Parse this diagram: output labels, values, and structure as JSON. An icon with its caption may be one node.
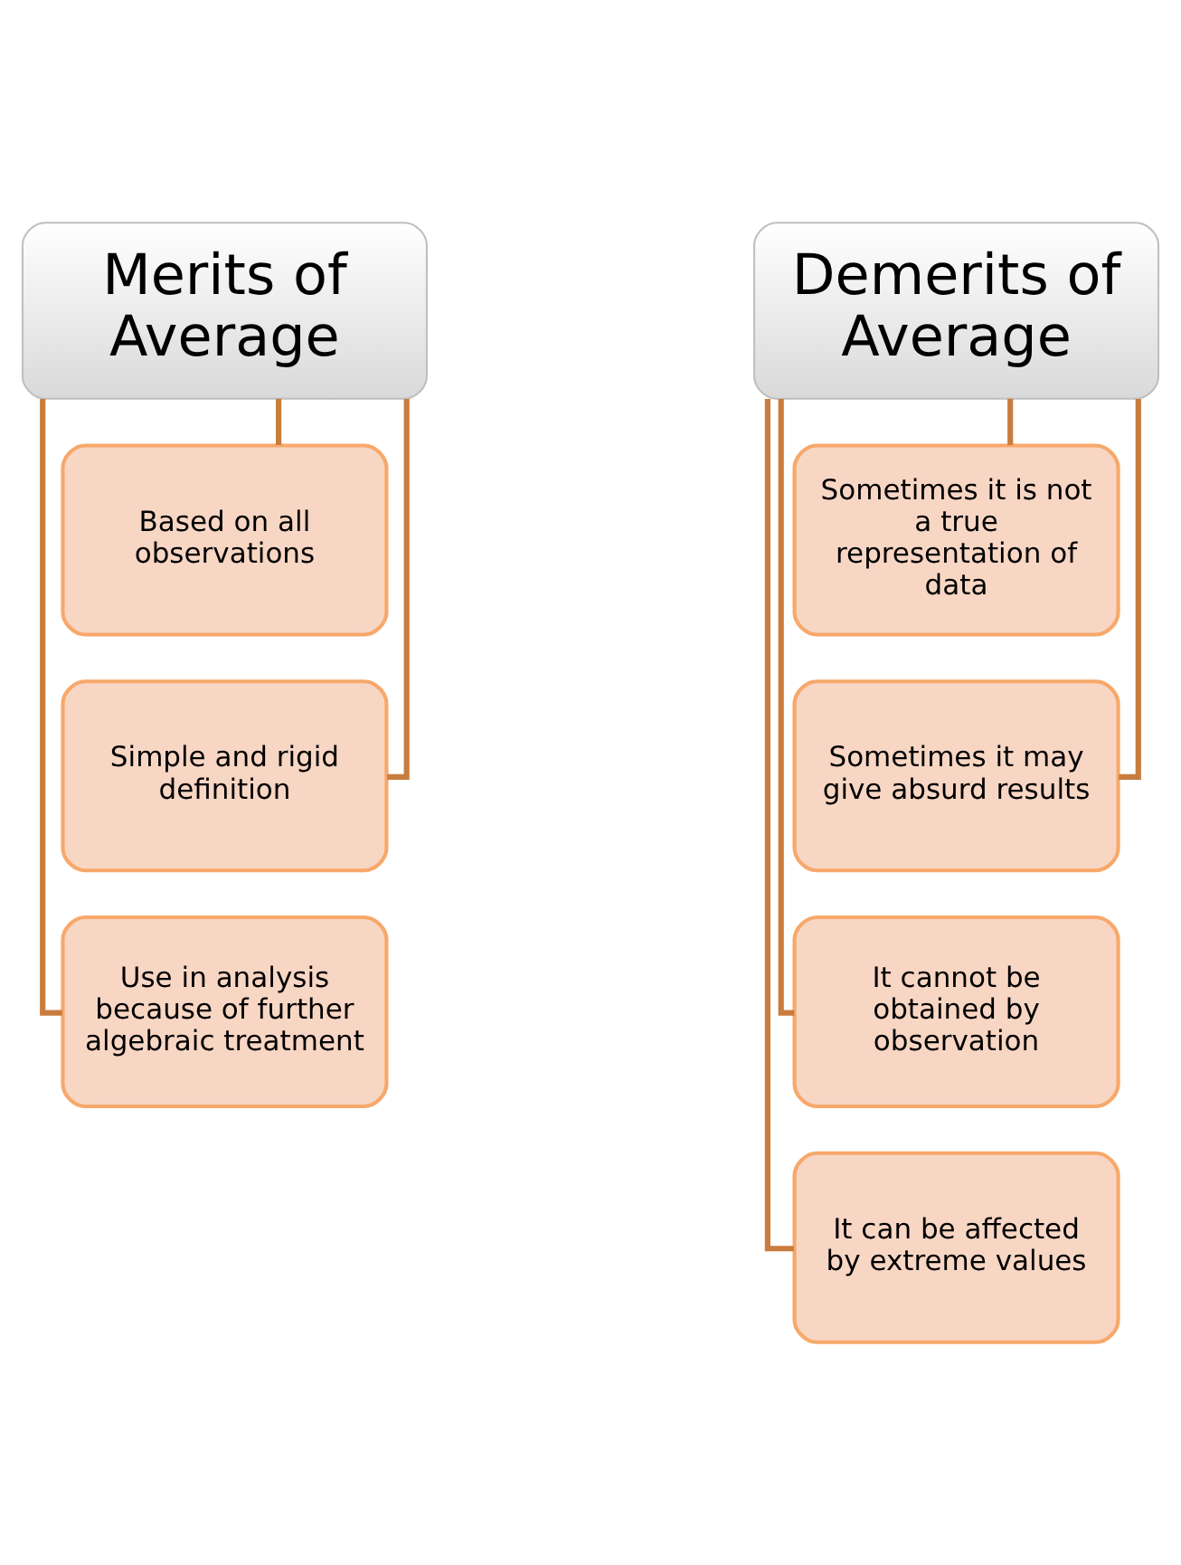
{
  "diagram": {
    "nodes": [
      {
        "text": [
          "Merits of Average"
        ]
      },
      {
        "text": [
          "Based on all observations"
        ]
      },
      {
        "text": [
          "Simple and rigid definition"
        ]
      },
      {
        "text": [
          "Use in analysis because of further algebraic treatment"
        ]
      },
      {
        "text": [
          "Demerits of Average"
        ]
      },
      {
        "text": [
          "Sometimes it is not a true representation of data"
        ]
      },
      {
        "text": [
          "Sometimes it may give absurd results"
        ]
      },
      {
        "text": [
          "It cannot be obtained by observation"
        ]
      },
      {
        "text": [
          "It can be affected by extreme values"
        ]
      }
    ],
    "edges": [
      {
        "from": 0,
        "to": 1,
        "arrow": "none"
      },
      {
        "from": 0,
        "to": 2,
        "arrow": "none"
      },
      {
        "from": 0,
        "to": 3,
        "arrow": "none"
      },
      {
        "from": 4,
        "to": 5,
        "arrow": "none"
      },
      {
        "from": 4,
        "to": 6,
        "arrow": "none"
      },
      {
        "from": 4,
        "to": 7,
        "arrow": "none"
      },
      {
        "from": 4,
        "to": 8,
        "arrow": "none"
      }
    ]
  }
}
